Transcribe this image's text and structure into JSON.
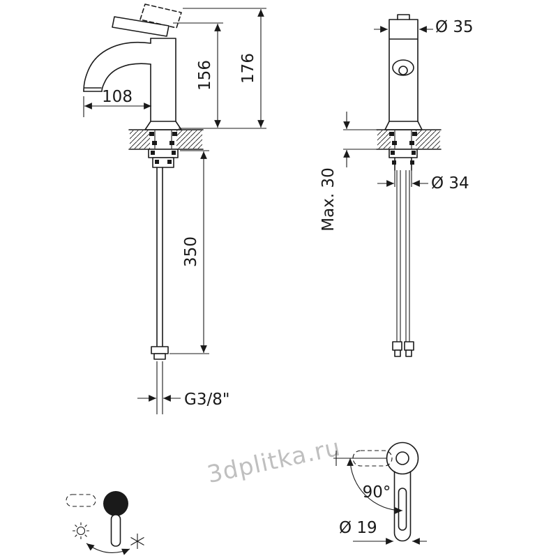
{
  "watermark": "3dplitka.ru",
  "colors": {
    "line": "#1a1a1a",
    "background": "#ffffff",
    "watermark": "#b5b5b5"
  },
  "front_view": {
    "spout_reach": "108",
    "spout_height": "156",
    "total_height": "176",
    "hose_length": "350",
    "connection_thread": "G3/8\""
  },
  "side_view": {
    "body_diameter": "Ø 35",
    "hole_diameter": "Ø 34",
    "max_deck_thickness": "Max. 30"
  },
  "handle_detail": {
    "rotation_angle": "90°",
    "handle_diameter": "Ø 19"
  }
}
